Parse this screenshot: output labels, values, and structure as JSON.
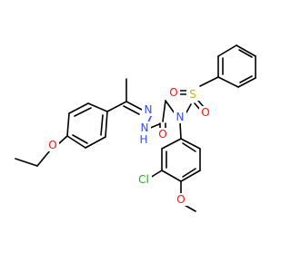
{
  "diagram": {
    "type": "chemical-structure",
    "atom_labels": {
      "hydrazone_n1": "N",
      "hydrazone_n2": "N",
      "hydrazone_h": "H",
      "amide_o": "O",
      "sulfonamide_n": "N",
      "sulfonyl_s": "S",
      "sulfonyl_o1": "O",
      "sulfonyl_o2": "O",
      "ether_o": "O",
      "methoxy_o": "O",
      "chloro": "Cl"
    },
    "colors": {
      "nitrogen": "#3050F8",
      "oxygen": "#FF0D0D",
      "sulfur": "#C8B400",
      "chlorine": "#1FB01F",
      "carbon": "#000000"
    }
  }
}
